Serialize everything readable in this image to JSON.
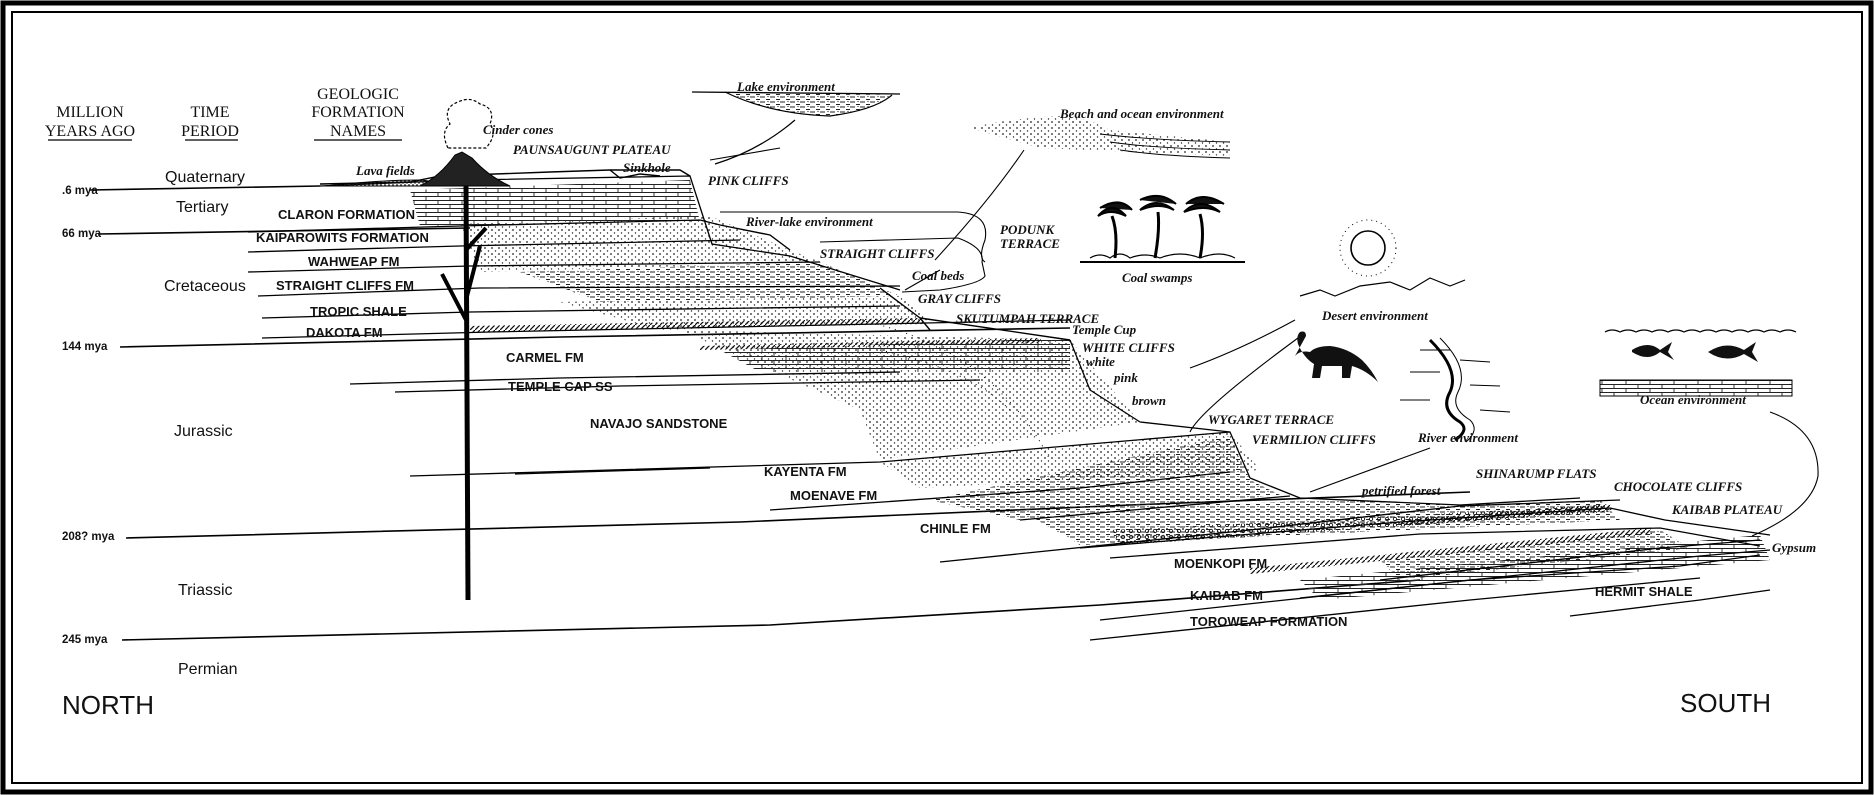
{
  "headers": {
    "mya": [
      "MILLION",
      "YEARS AGO"
    ],
    "period": [
      "TIME",
      "PERIOD"
    ],
    "formation": [
      "GEOLOGIC",
      "FORMATION",
      "NAMES"
    ]
  },
  "periods": {
    "quaternary": "Quaternary",
    "tertiary": "Tertiary",
    "cretaceous": "Cretaceous",
    "jurassic": "Jurassic",
    "triassic": "Triassic",
    "permian": "Permian"
  },
  "ages": {
    "a06": ".6 mya",
    "a66": "66 mya",
    "a144": "144 mya",
    "a208": "208? mya",
    "a245": "245 mya"
  },
  "formations": {
    "claron": "CLARON FORMATION",
    "kaiparowits": "KAIPAROWITS FORMATION",
    "wahweap": "WAHWEAP FM",
    "straight_cliffs": "STRAIGHT CLIFFS FM",
    "tropic": "TROPIC SHALE",
    "dakota": "DAKOTA FM",
    "carmel": "CARMEL FM",
    "temple_cap": "TEMPLE CAP SS",
    "navajo": "NAVAJO SANDSTONE",
    "kayenta": "KAYENTA FM",
    "moenave": "MOENAVE FM",
    "chinle": "CHINLE FM",
    "moenkopi": "MOENKOPI FM",
    "kaibab": "KAIBAB FM",
    "toroweap": "TOROWEAP FORMATION",
    "hermit": "HERMIT    SHALE"
  },
  "features": {
    "cinder_cones": "Cinder cones",
    "lava_fields": "Lava fields",
    "paunsaugunt": "PAUNSAUGUNT PLATEAU",
    "sinkhole": "Sinkhole",
    "pink_cliffs": "PINK CLIFFS",
    "podunk": [
      "PODUNK",
      "TERRACE"
    ],
    "straight_cliffs": "STRAIGHT CLIFFS",
    "coal_beds": "Coal beds",
    "gray_cliffs": "GRAY CLIFFS",
    "skutumpah": "SKUTUMPAH TERRACE",
    "temple_cup": "Temple Cup",
    "white_cliffs": "WHITE CLIFFS",
    "white": "white",
    "pink": "pink",
    "brown": "brown",
    "wygaret": "WYGARET TERRACE",
    "vermilion": "VERMILION CLIFFS",
    "petrified": "petrified forest",
    "shinarump": "SHINARUMP FLATS",
    "chocolate": "CHOCOLATE CLIFFS",
    "kaibab_plateau": "KAIBAB PLATEAU",
    "gypsum": "Gypsum"
  },
  "environments": {
    "lake": "Lake environment",
    "beach": "Beach and ocean environment",
    "river_lake": "River-lake environment",
    "coal_swamps": "Coal swamps",
    "desert": "Desert environment",
    "river": "River environment",
    "ocean": "Ocean environment"
  },
  "directions": {
    "north": "NORTH",
    "south": "SOUTH"
  },
  "icons": [
    "volcano-icon",
    "sun-icon",
    "palm-tree-icon",
    "dinosaur-icon",
    "fish-icon",
    "river-icon",
    "mountains-icon"
  ]
}
